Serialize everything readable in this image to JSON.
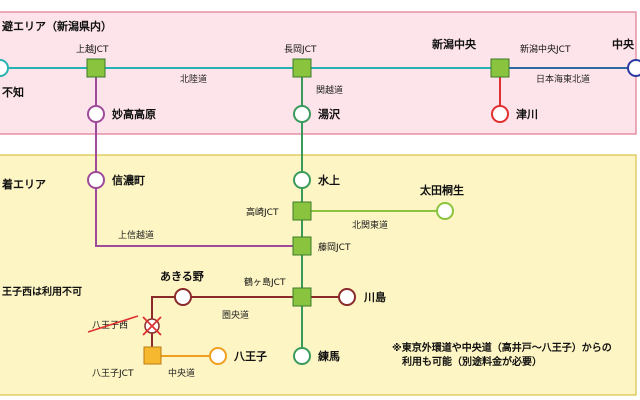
{
  "areas": {
    "top": {
      "label": "避エリア（新潟県内）",
      "bg": "#fde4ea",
      "border": "#e07a92"
    },
    "bottom": {
      "label": "着エリア",
      "bg": "#fdf5c4",
      "border": "#d9c247"
    }
  },
  "stations": {
    "itoigawa_partial": "不知",
    "myoko": "妙高高原",
    "niigata_chuo_top": "新潟中央",
    "tsugawa": "津川",
    "yuzawa": "湯沢",
    "shinanomachi": "信濃町",
    "minakami": "水上",
    "ota": "太田桐生",
    "akiruno": "あきる野",
    "kawajima": "川島",
    "hachioji": "八王子",
    "nerima": "練馬",
    "chuo_partial": "中央",
    "hachioji_nishi_crossed": "八王子西"
  },
  "junctions": {
    "joetsu": "上越JCT",
    "nagaoka": "長岡JCT",
    "niigata_chuo": "新潟中央JCT",
    "takasaki": "高崎JCT",
    "fujioka": "藤岡JCT",
    "tsurugashima": "鶴ヶ島JCT",
    "hachioji": "八王子JCT"
  },
  "roads": {
    "hokuriku": "北陸道",
    "kanetsu": "関越道",
    "nihonkai_tohoku": "日本海東北道",
    "joshinetsu": "上信越道",
    "kitakanto": "北関東道",
    "kenodo": "圏央道",
    "chuodo": "中央道"
  },
  "notes": {
    "unavailable": "王子西は利用不可",
    "footnote_line1": "※東京外環道や中央道（高井戸〜八王子）からの",
    "footnote_line2": "利用も可能（別途料金が必要）"
  },
  "colors": {
    "hokuriku": "#2ab3b3",
    "kanetsu": "#3a9a5c",
    "joshinetsu": "#a04a9a",
    "kitakanto": "#8ac43f",
    "kenodo": "#8a2a2a",
    "chuo": "#f0a020",
    "nihonkai": "#e03030",
    "edge_blue": "#2a3aa0",
    "jct_fill": "#8ac43f",
    "jct_stroke": "#3a7a2a",
    "hachioji_jct_fill": "#f5b82e"
  }
}
